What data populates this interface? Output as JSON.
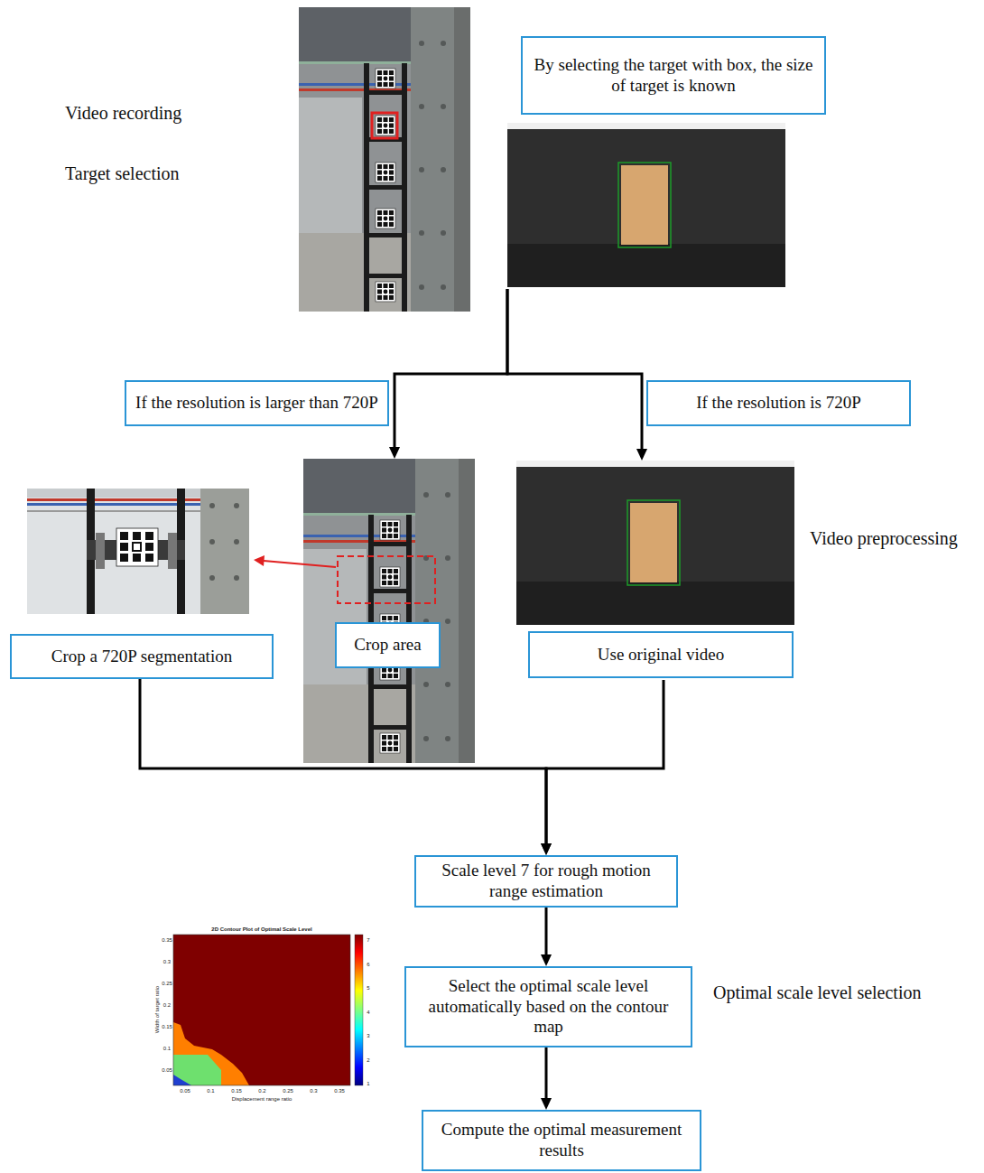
{
  "diagram": {
    "nodes": [
      {
        "text": [
          "By selecting the target with box, the size of target is known"
        ]
      },
      {
        "text": [
          "If the resolution is larger than 720P"
        ]
      },
      {
        "text": [
          "If the resolution is 720P"
        ]
      },
      {
        "text": [
          "Crop a 720P segmentation"
        ]
      },
      {
        "text": [
          "Crop area"
        ]
      },
      {
        "text": [
          "Use original video"
        ]
      },
      {
        "text": [
          "Scale level 7 for rough motion range estimation"
        ]
      },
      {
        "text": [
          "Select the optimal scale level automatically based on the contour map"
        ]
      },
      {
        "text": [
          "Compute the optimal measurement results"
        ]
      }
    ],
    "edges": [
      {
        "from": 0,
        "to": 4,
        "arrow": "to"
      },
      {
        "from": 0,
        "to": 5,
        "arrow": "to"
      },
      {
        "from": 3,
        "to": 6,
        "arrow": "to"
      },
      {
        "from": 5,
        "to": 6,
        "arrow": "to"
      },
      {
        "from": 6,
        "to": 7,
        "arrow": "to"
      },
      {
        "from": 7,
        "to": 8,
        "arrow": "to"
      }
    ],
    "labels": [
      "Video recording",
      "Target selection",
      "Video preprocessing",
      "Optimal scale level selection",
      "2D Contour Plot of Optimal Scale Level",
      "Width of target ratio",
      "Displacement range ratio",
      "0.05",
      "0.1",
      "0.15",
      "0.2",
      "0.25",
      "0.3",
      "0.35",
      "0.05",
      "0.1",
      "0.15",
      "0.2",
      "0.25",
      "0.3",
      "0.35",
      "1",
      "2",
      "3",
      "4",
      "5",
      "6",
      "7"
    ]
  }
}
